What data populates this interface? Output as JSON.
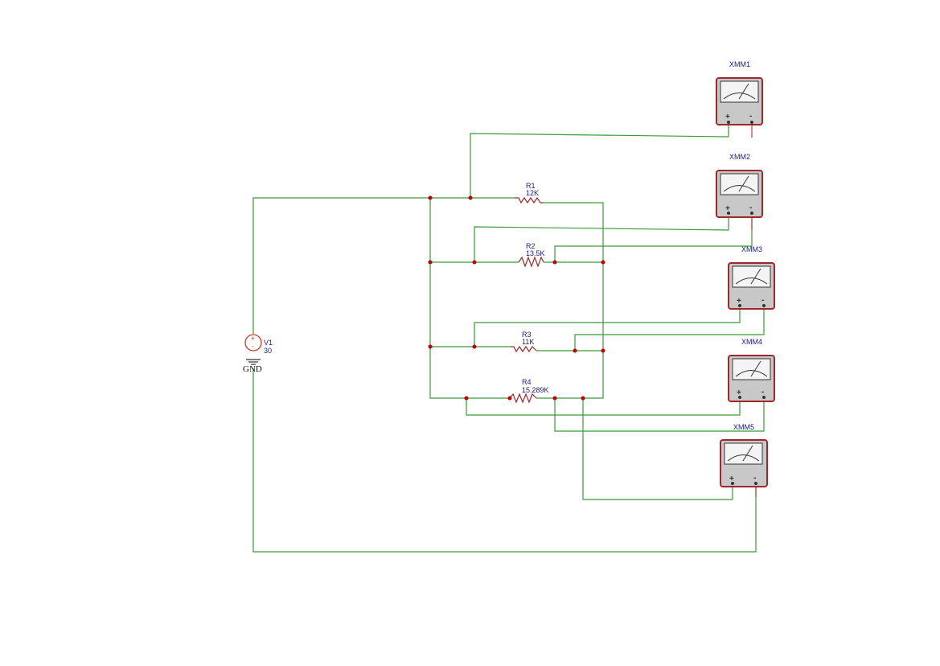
{
  "source": {
    "name": "V1",
    "value": "30",
    "plus": "+",
    "minus": "-",
    "ground_label": "GND"
  },
  "resistors": [
    {
      "name": "R1",
      "value": "12K"
    },
    {
      "name": "R2",
      "value": "13.5K"
    },
    {
      "name": "R3",
      "value": "11K"
    },
    {
      "name": "R4",
      "value": "15.289K"
    }
  ],
  "meters": [
    {
      "name": "XMM1",
      "plus": "+",
      "minus": "-"
    },
    {
      "name": "XMM2",
      "plus": "+",
      "minus": "-"
    },
    {
      "name": "XMM3",
      "plus": "+",
      "minus": "-"
    },
    {
      "name": "XMM4",
      "plus": "+",
      "minus": "-"
    },
    {
      "name": "XMM5",
      "plus": "+",
      "minus": "-"
    }
  ],
  "colors": {
    "wire": "#3a9a3a",
    "component": "#a0282a",
    "junction": "#c00000",
    "label": "#1a1a80"
  }
}
